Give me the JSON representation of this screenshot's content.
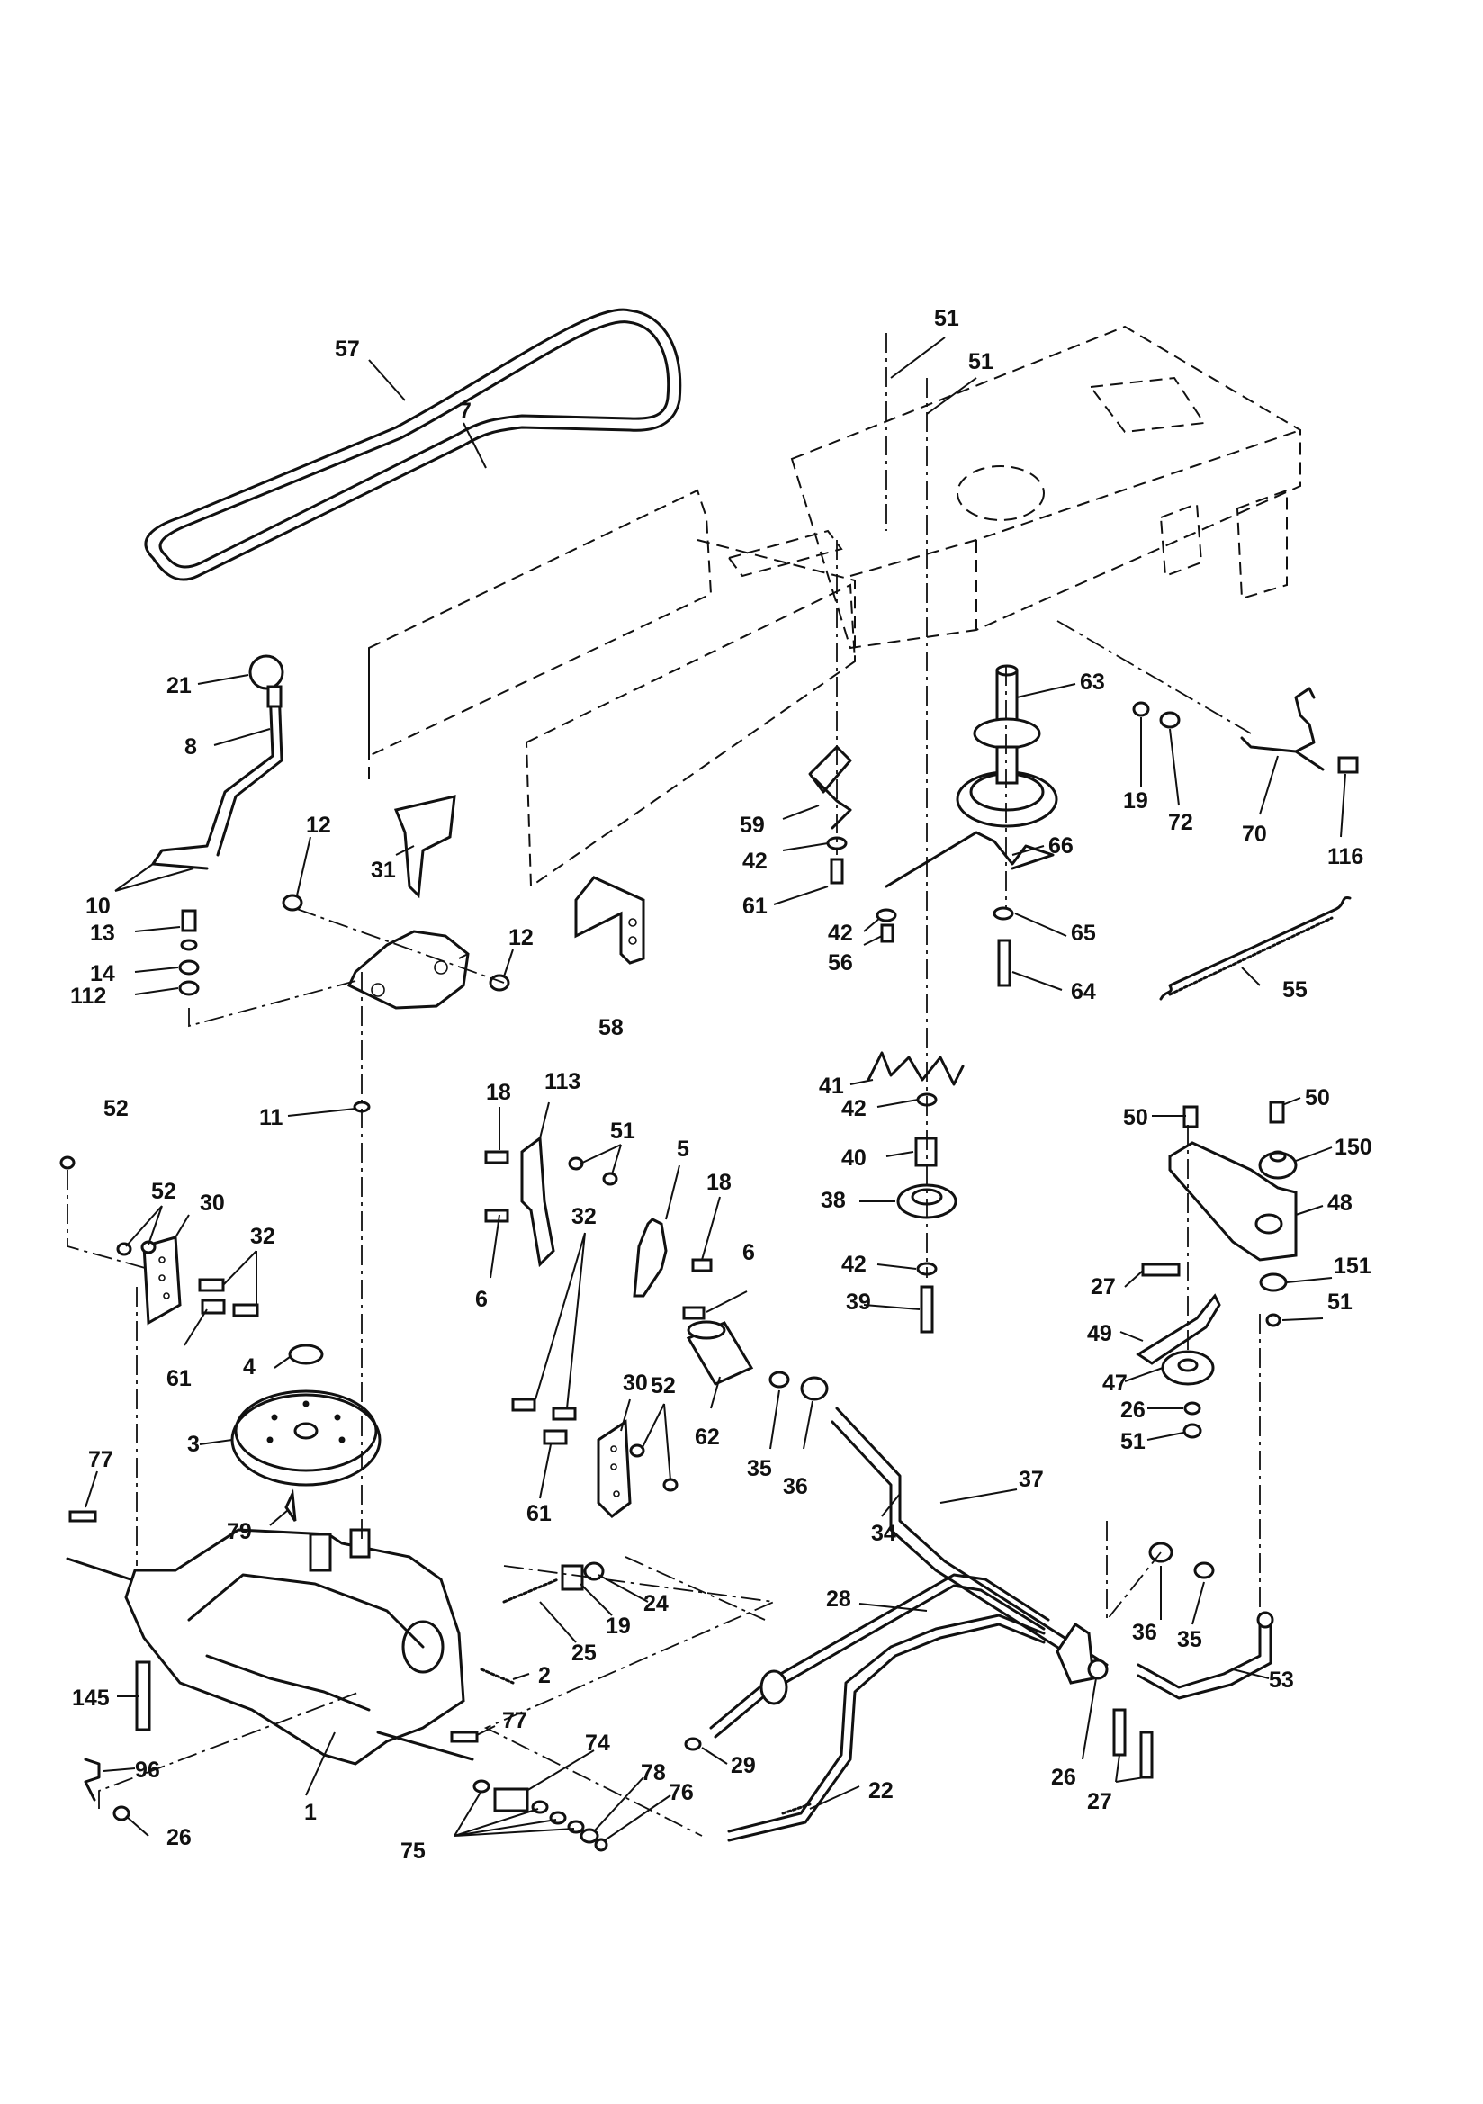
{
  "callouts": [
    {
      "id": "c57a",
      "label": "57"
    },
    {
      "id": "c51a",
      "label": "51"
    },
    {
      "id": "c51b",
      "label": "51"
    },
    {
      "id": "c21",
      "label": "21"
    },
    {
      "id": "c8",
      "label": "8"
    },
    {
      "id": "c63",
      "label": "63"
    },
    {
      "id": "c19a",
      "label": "19"
    },
    {
      "id": "c72",
      "label": "72"
    },
    {
      "id": "c70",
      "label": "70"
    },
    {
      "id": "c116",
      "label": "116"
    },
    {
      "id": "c12a",
      "label": "12"
    },
    {
      "id": "c31",
      "label": "31"
    },
    {
      "id": "c7",
      "label": "7"
    },
    {
      "id": "c59",
      "label": "59"
    },
    {
      "id": "c66",
      "label": "66"
    },
    {
      "id": "c10",
      "label": "10"
    },
    {
      "id": "c42a",
      "label": "42"
    },
    {
      "id": "c61a",
      "label": "61"
    },
    {
      "id": "c42b",
      "label": "42"
    },
    {
      "id": "c56",
      "label": "56"
    },
    {
      "id": "c65",
      "label": "65"
    },
    {
      "id": "c13",
      "label": "13"
    },
    {
      "id": "c12b",
      "label": "12"
    },
    {
      "id": "c14",
      "label": "14"
    },
    {
      "id": "c58",
      "label": "58"
    },
    {
      "id": "c64",
      "label": "64"
    },
    {
      "id": "c55",
      "label": "55"
    },
    {
      "id": "c112",
      "label": "112"
    },
    {
      "id": "c41",
      "label": "41"
    },
    {
      "id": "c18a",
      "label": "18"
    },
    {
      "id": "c113",
      "label": "113"
    },
    {
      "id": "c42c",
      "label": "42"
    },
    {
      "id": "c52a",
      "label": "52"
    },
    {
      "id": "c11",
      "label": "11"
    },
    {
      "id": "c51c",
      "label": "51"
    },
    {
      "id": "c50a",
      "label": "50"
    },
    {
      "id": "c50b",
      "label": "50"
    },
    {
      "id": "c5",
      "label": "5"
    },
    {
      "id": "c40",
      "label": "40"
    },
    {
      "id": "c150",
      "label": "150"
    },
    {
      "id": "c52b",
      "label": "52"
    },
    {
      "id": "c30a",
      "label": "30"
    },
    {
      "id": "c18b",
      "label": "18"
    },
    {
      "id": "c38",
      "label": "38"
    },
    {
      "id": "c48",
      "label": "48"
    },
    {
      "id": "c32a",
      "label": "32"
    },
    {
      "id": "c6a",
      "label": "6"
    },
    {
      "id": "c42d",
      "label": "42"
    },
    {
      "id": "c151",
      "label": "151"
    },
    {
      "id": "c6b",
      "label": "6"
    },
    {
      "id": "c27a",
      "label": "27"
    },
    {
      "id": "c39",
      "label": "39"
    },
    {
      "id": "c51d",
      "label": "51"
    },
    {
      "id": "c61b",
      "label": "61"
    },
    {
      "id": "c4",
      "label": "4"
    },
    {
      "id": "c32b",
      "label": "32"
    },
    {
      "id": "c30b",
      "label": "30"
    },
    {
      "id": "c49",
      "label": "49"
    },
    {
      "id": "c47",
      "label": "47"
    },
    {
      "id": "c52c",
      "label": "52"
    },
    {
      "id": "c62",
      "label": "62"
    },
    {
      "id": "c26a",
      "label": "26"
    },
    {
      "id": "c3",
      "label": "3"
    },
    {
      "id": "c35a",
      "label": "35"
    },
    {
      "id": "c36a",
      "label": "36"
    },
    {
      "id": "c51e",
      "label": "51"
    },
    {
      "id": "c61c",
      "label": "61"
    },
    {
      "id": "c77a",
      "label": "77"
    },
    {
      "id": "c37",
      "label": "37"
    },
    {
      "id": "c79",
      "label": "79"
    },
    {
      "id": "c34",
      "label": "34"
    },
    {
      "id": "c24",
      "label": "24"
    },
    {
      "id": "c19b",
      "label": "19"
    },
    {
      "id": "c28",
      "label": "28"
    },
    {
      "id": "c36b",
      "label": "36"
    },
    {
      "id": "c35b",
      "label": "35"
    },
    {
      "id": "c25",
      "label": "25"
    },
    {
      "id": "c53",
      "label": "53"
    },
    {
      "id": "c2",
      "label": "2"
    },
    {
      "id": "c145",
      "label": "145"
    },
    {
      "id": "c77b",
      "label": "77"
    },
    {
      "id": "c29",
      "label": "29"
    },
    {
      "id": "c96",
      "label": "96"
    },
    {
      "id": "c74",
      "label": "74"
    },
    {
      "id": "c78",
      "label": "78"
    },
    {
      "id": "c76",
      "label": "76"
    },
    {
      "id": "c22",
      "label": "22"
    },
    {
      "id": "c26b",
      "label": "26"
    },
    {
      "id": "c1",
      "label": "1"
    },
    {
      "id": "c26c",
      "label": "26"
    },
    {
      "id": "c27b",
      "label": "27"
    },
    {
      "id": "c75",
      "label": "75"
    }
  ]
}
